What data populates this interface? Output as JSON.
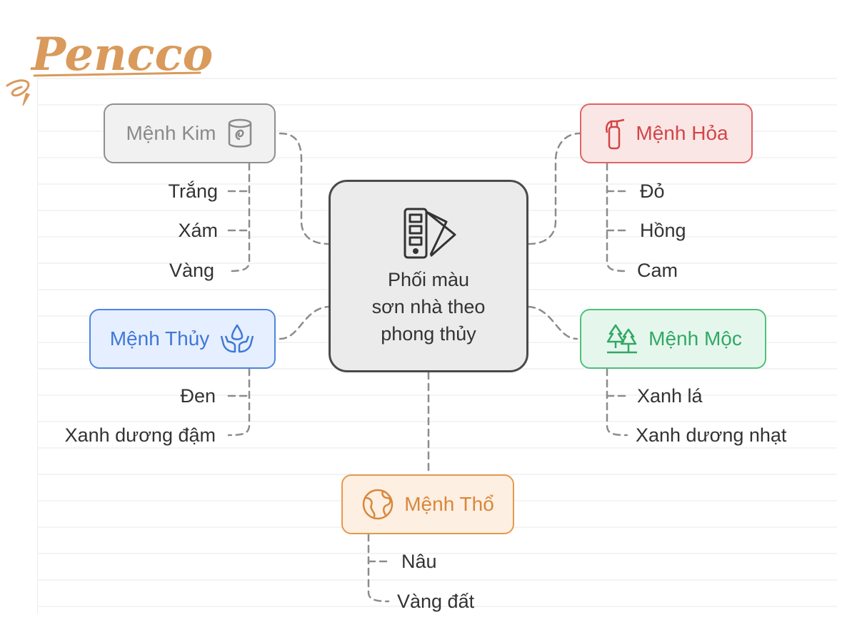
{
  "logo": {
    "text": "Pencco",
    "color": "#d99a5b"
  },
  "center": {
    "title": "Phối màu\nsơn nhà theo\nphong thủy",
    "icon": "color-swatch-icon"
  },
  "groups": {
    "kim": {
      "label": "Mệnh Kim",
      "icon": "metal-jar-icon",
      "color": "#8f8f8f",
      "items": [
        "Trắng",
        "Xám",
        "Vàng"
      ]
    },
    "hoa": {
      "label": "Mệnh Hỏa",
      "icon": "fire-extinguisher-icon",
      "color": "#e06464",
      "items": [
        "Đỏ",
        "Hồng",
        "Cam"
      ]
    },
    "thuy": {
      "label": "Mệnh Thủy",
      "icon": "water-hands-icon",
      "color": "#4f85e0",
      "items": [
        "Đen",
        "Xanh dương đậm"
      ]
    },
    "moc": {
      "label": "Mệnh Mộc",
      "icon": "trees-icon",
      "color": "#4fc07a",
      "items": [
        "Xanh lá",
        "Xanh dương nhạt"
      ]
    },
    "tho": {
      "label": "Mệnh Thổ",
      "icon": "earth-globe-icon",
      "color": "#e49a4e",
      "items": [
        "Nâu",
        "Vàng đất"
      ]
    }
  }
}
